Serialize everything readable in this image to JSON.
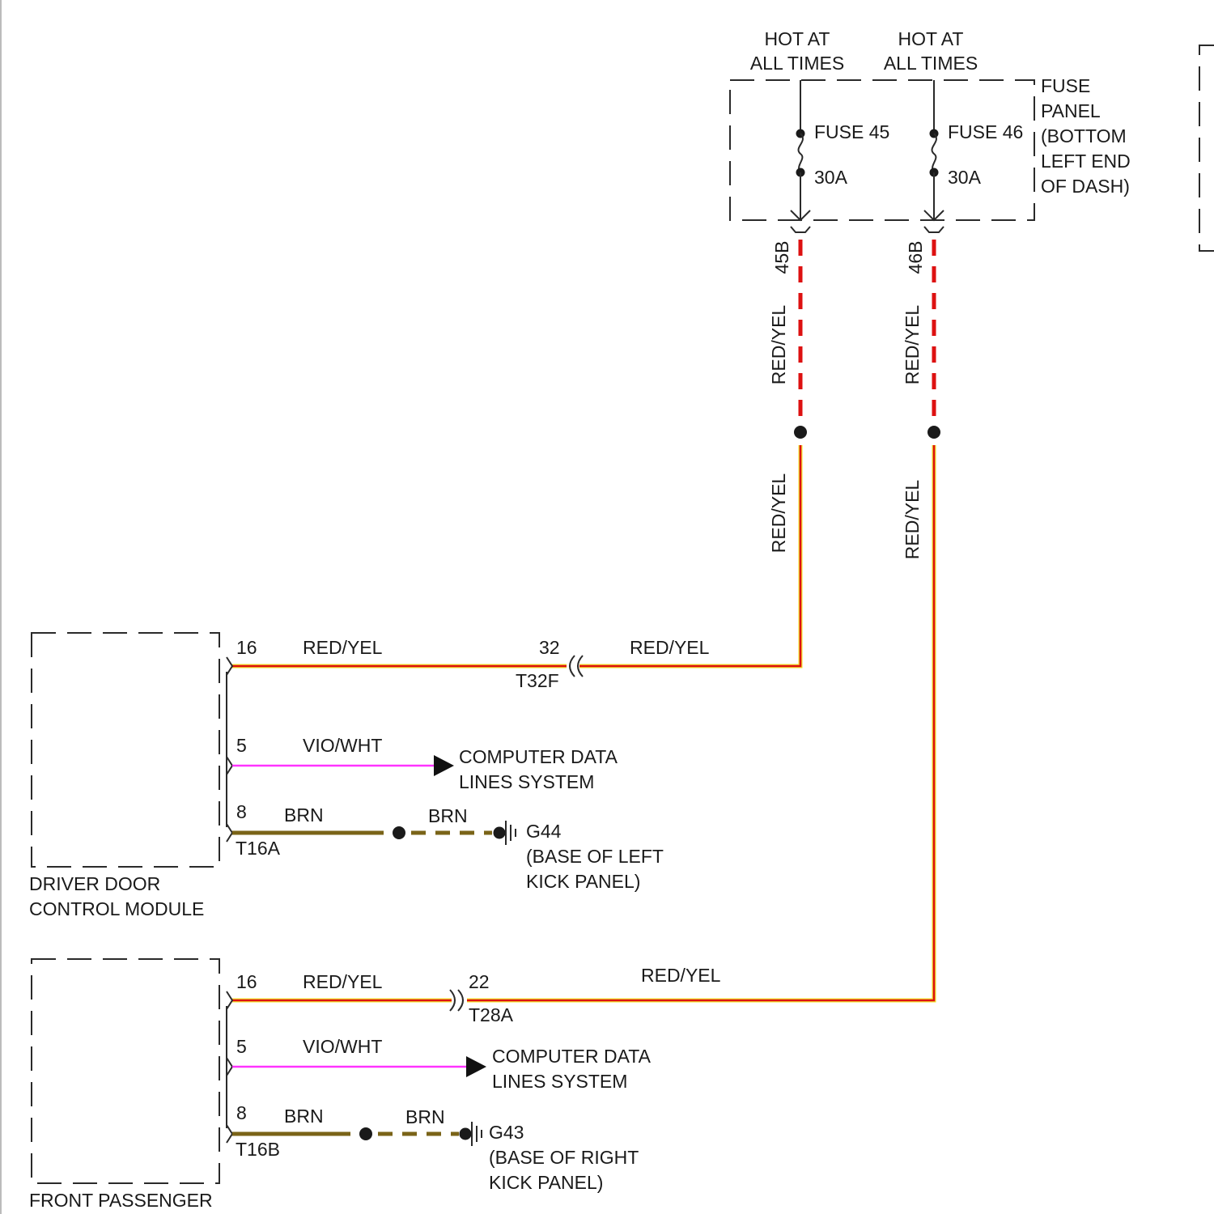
{
  "colors": {
    "red": "#dd1111",
    "yellow": "#f2e02a",
    "violet": "#ff33ff",
    "brown": "#7a6418",
    "line": "#2a2a2a",
    "text": "#1a1a1a"
  },
  "fuse_panel": {
    "hot_label_line1": "HOT AT",
    "hot_label_line2": "ALL TIMES",
    "title_lines": [
      "FUSE",
      "PANEL",
      "(BOTTOM",
      "LEFT END",
      "OF DASH)"
    ],
    "fuses": [
      {
        "name": "FUSE 45",
        "rating": "30A",
        "pin": "45B",
        "wire_color": "RED/YEL"
      },
      {
        "name": "FUSE 46",
        "rating": "30A",
        "pin": "46B",
        "wire_color": "RED/YEL"
      }
    ]
  },
  "wire_labels": {
    "red_yel": "RED/YEL",
    "vio_wht": "VIO/WHT",
    "brn": "BRN"
  },
  "driver_module": {
    "name_line1": "DRIVER DOOR",
    "name_line2": "CONTROL MODULE",
    "connector": "T16A",
    "pin_power": "16",
    "pin_data": "5",
    "pin_ground": "8",
    "inline_connector": "T32F",
    "inline_pin": "32",
    "data_dest_line1": "COMPUTER DATA",
    "data_dest_line2": "LINES SYSTEM",
    "ground_name": "G44",
    "ground_loc_line1": "(BASE OF LEFT",
    "ground_loc_line2": "KICK PANEL)"
  },
  "passenger_module": {
    "name_line1": "FRONT PASSENGER",
    "connector": "T16B",
    "pin_power": "16",
    "pin_data": "5",
    "pin_ground": "8",
    "inline_connector": "T28A",
    "inline_pin": "22",
    "data_dest_line1": "COMPUTER DATA",
    "data_dest_line2": "LINES SYSTEM",
    "ground_name": "G43",
    "ground_loc_line1": "(BASE OF RIGHT",
    "ground_loc_line2": "KICK PANEL)"
  }
}
